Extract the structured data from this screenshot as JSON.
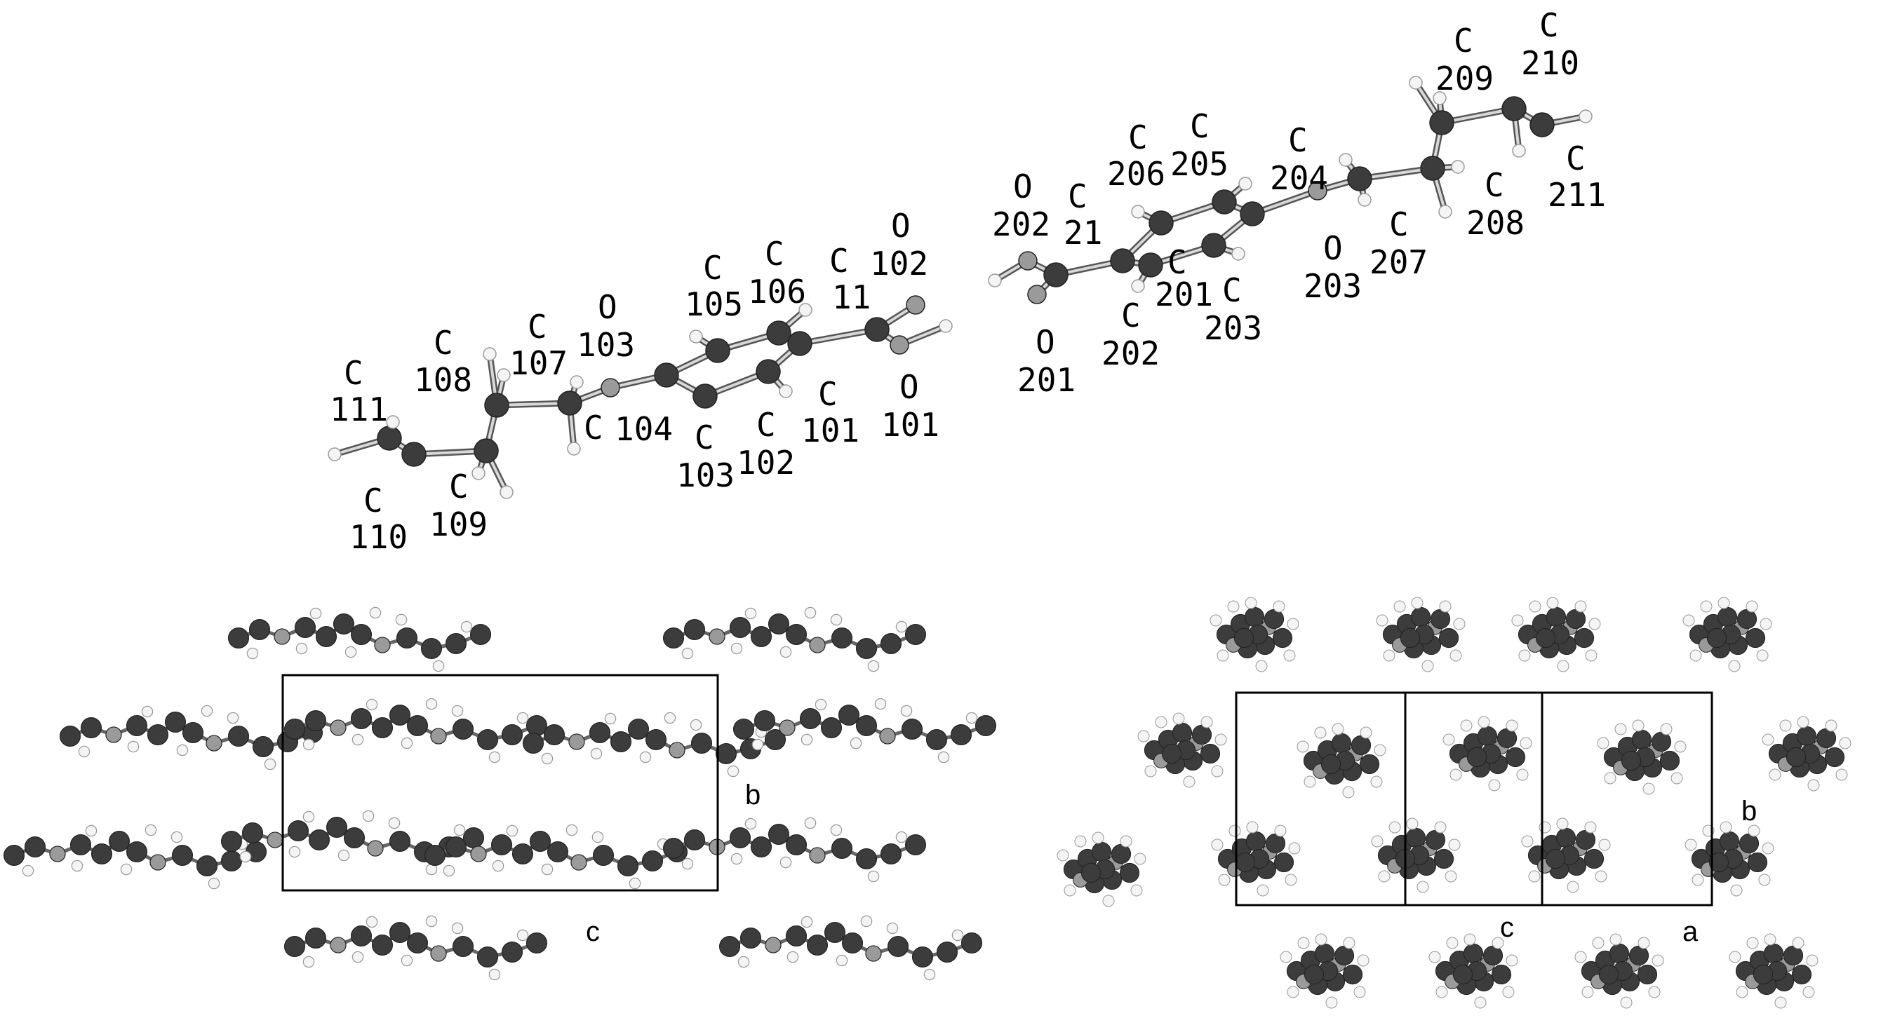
{
  "colors": {
    "carbon": "#3c3c3c",
    "oxygen": "#9a9a9a",
    "hydrogen": "#f4f4f4",
    "bond": "#8a8a8a",
    "cell": "#000000"
  },
  "molecule1": {
    "atoms": [
      {
        "id": "C111",
        "element": "C",
        "line1": "C",
        "line2": "111"
      },
      {
        "id": "C110",
        "element": "C",
        "line1": "C",
        "line2": "110"
      },
      {
        "id": "C109",
        "element": "C",
        "line1": "C",
        "line2": "109"
      },
      {
        "id": "C108",
        "element": "C",
        "line1": "C",
        "line2": "108"
      },
      {
        "id": "C107",
        "element": "C",
        "line1": "C",
        "line2": "107"
      },
      {
        "id": "O103",
        "element": "O",
        "line1": "O",
        "line2": "103"
      },
      {
        "id": "C104",
        "element": "C",
        "line1": "C",
        "line2": "104"
      },
      {
        "id": "C103",
        "element": "C",
        "line1": "C",
        "line2": "103"
      },
      {
        "id": "C105",
        "element": "C",
        "line1": "C",
        "line2": "105"
      },
      {
        "id": "C106",
        "element": "C",
        "line1": "C",
        "line2": "106"
      },
      {
        "id": "C102",
        "element": "C",
        "line1": "C",
        "line2": "102"
      },
      {
        "id": "C101",
        "element": "C",
        "line1": "C",
        "line2": "101"
      },
      {
        "id": "C11",
        "element": "C",
        "line1": "C",
        "line2": "11"
      },
      {
        "id": "O102",
        "element": "O",
        "line1": "O",
        "line2": "102"
      },
      {
        "id": "O101",
        "element": "O",
        "line1": "O",
        "line2": "101"
      }
    ]
  },
  "molecule2": {
    "atoms": [
      {
        "id": "O202",
        "element": "O",
        "line1": "O",
        "line2": "202"
      },
      {
        "id": "C21",
        "element": "C",
        "line1": "C",
        "line2": "21"
      },
      {
        "id": "O201",
        "element": "O",
        "line1": "O",
        "line2": "201"
      },
      {
        "id": "C202",
        "element": "C",
        "line1": "C",
        "line2": "202"
      },
      {
        "id": "C206",
        "element": "C",
        "line1": "C",
        "line2": "206"
      },
      {
        "id": "C205",
        "element": "C",
        "line1": "C",
        "line2": "205"
      },
      {
        "id": "C201",
        "element": "C",
        "line1": "C",
        "line2": "201"
      },
      {
        "id": "C203",
        "element": "C",
        "line1": "C",
        "line2": "203"
      },
      {
        "id": "C204",
        "element": "C",
        "line1": "C",
        "line2": "204"
      },
      {
        "id": "O203",
        "element": "O",
        "line1": "O",
        "line2": "203"
      },
      {
        "id": "C207",
        "element": "C",
        "line1": "C",
        "line2": "207"
      },
      {
        "id": "C208",
        "element": "C",
        "line1": "C",
        "line2": "208"
      },
      {
        "id": "C209",
        "element": "C",
        "line1": "C",
        "line2": "209"
      },
      {
        "id": "C210",
        "element": "C",
        "line1": "C",
        "line2": "210"
      },
      {
        "id": "C211",
        "element": "C",
        "line1": "C",
        "line2": "211"
      }
    ]
  },
  "packing_left": {
    "axis_b": "b",
    "axis_c": "c"
  },
  "packing_right": {
    "axis_b": "b",
    "axis_c": "c",
    "axis_a": "a"
  }
}
